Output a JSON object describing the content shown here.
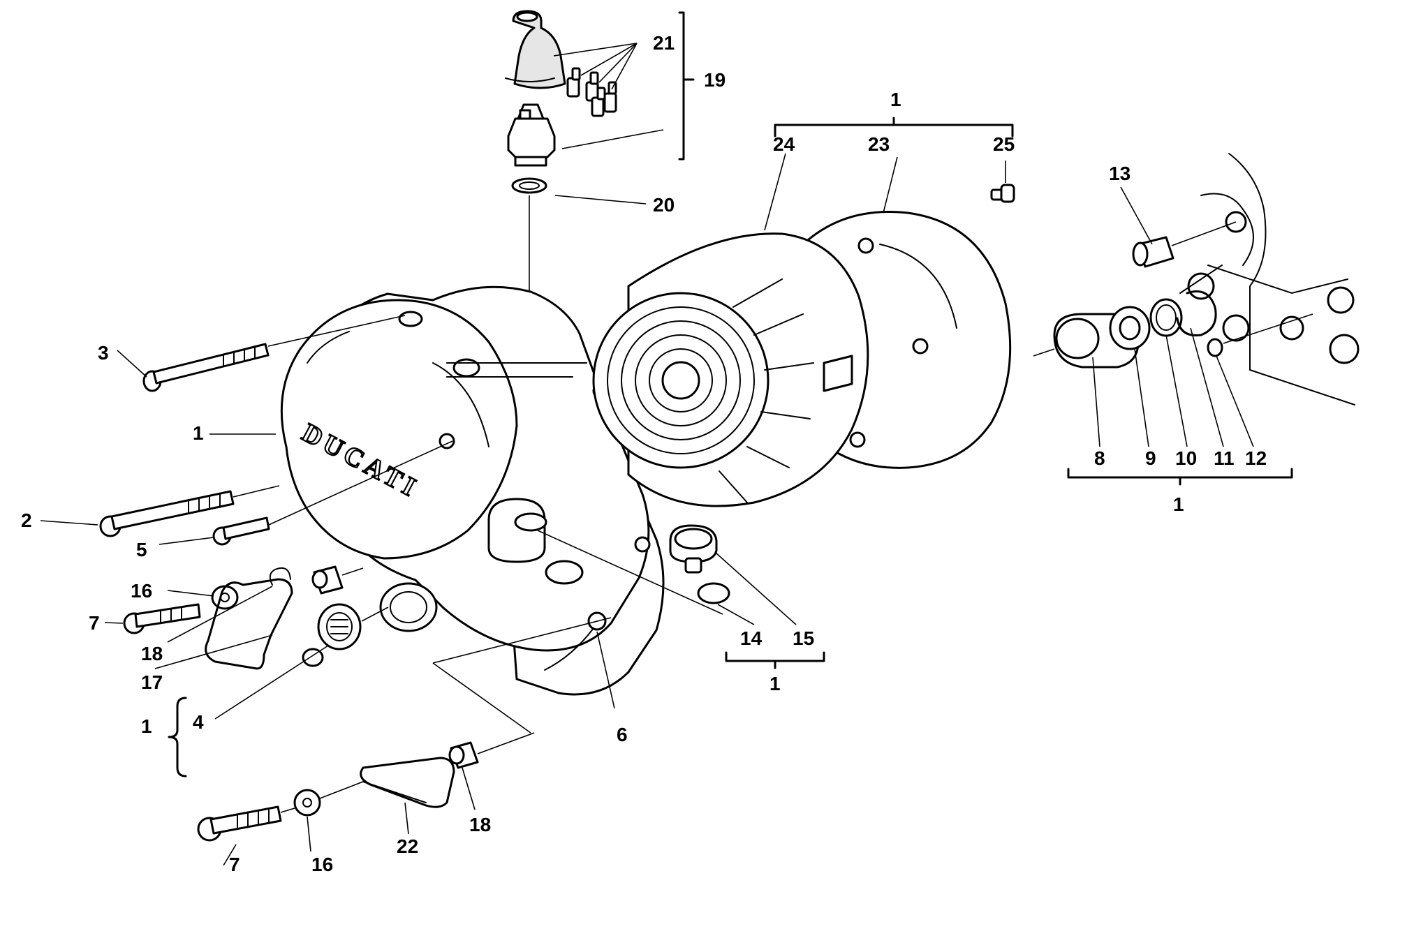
{
  "diagram": {
    "brand_text": "DUCATI",
    "callouts": {
      "p1_main": "1",
      "p1_group_top": "1",
      "p1_group_right": "1",
      "p1_group_mid": "1",
      "p1_group_left": "1",
      "p2": "2",
      "p3": "3",
      "p4": "4",
      "p5": "5",
      "p6": "6",
      "p7_a": "7",
      "p7_b": "7",
      "p8": "8",
      "p9": "9",
      "p10": "10",
      "p11": "11",
      "p12": "12",
      "p13": "13",
      "p14": "14",
      "p15": "15",
      "p16_a": "16",
      "p16_b": "16",
      "p17": "17",
      "p18_a": "18",
      "p18_b": "18",
      "p19": "19",
      "p20": "20",
      "p21": "21",
      "p22": "22",
      "p23": "23",
      "p24": "24",
      "p25": "25"
    }
  }
}
